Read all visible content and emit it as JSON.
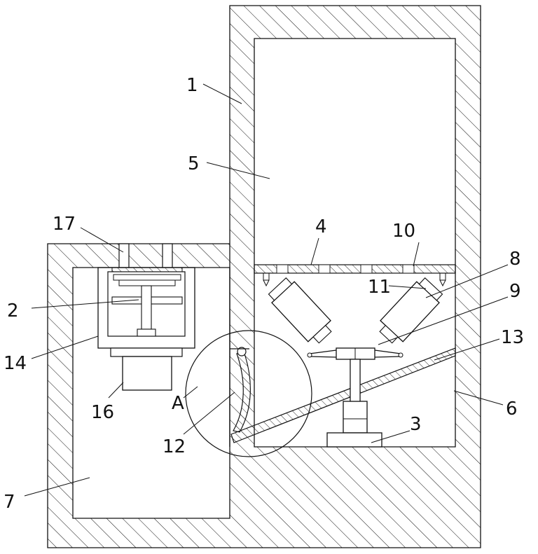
{
  "labels": {
    "l1": "1",
    "l2": "2",
    "l3": "3",
    "l4": "4",
    "l5": "5",
    "l6": "6",
    "l7": "7",
    "l8": "8",
    "l9": "9",
    "l10": "10",
    "l11": "11",
    "l12": "12",
    "l13": "13",
    "l14": "14",
    "l16": "16",
    "l17": "17",
    "lA": "A"
  },
  "colors": {
    "line": "#111111",
    "background": "#ffffff"
  }
}
